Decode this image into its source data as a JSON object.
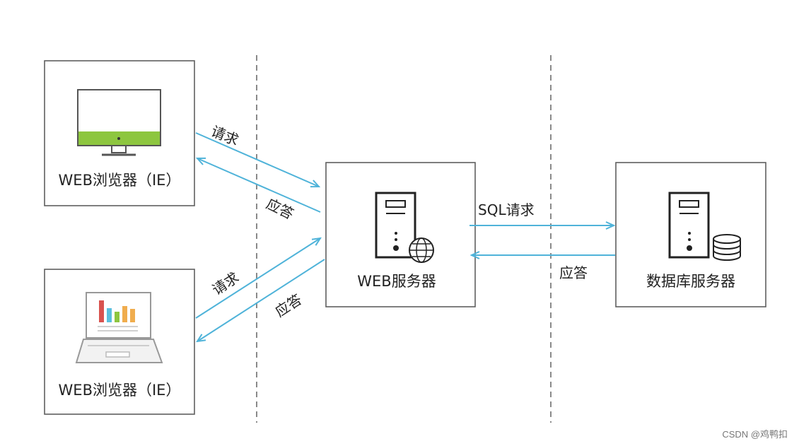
{
  "nodes": {
    "browser_desktop": {
      "label": "WEB浏览器（IE）",
      "icon": "desktop-monitor-icon"
    },
    "browser_laptop": {
      "label": "WEB浏览器（IE）",
      "icon": "laptop-chart-icon"
    },
    "web_server": {
      "label": "WEB服务器",
      "icon": "server-globe-icon"
    },
    "db_server": {
      "label": "数据库服务器",
      "icon": "server-database-icon"
    }
  },
  "edges": {
    "desktop_request": "请求",
    "desktop_response": "应答",
    "laptop_request": "请求",
    "laptop_response": "应答",
    "sql_request": "SQL请求",
    "db_response": "应答"
  },
  "colors": {
    "arrow": "#4fb3d9",
    "monitor_bar": "#8dc63f",
    "chart_red": "#d9534f",
    "chart_teal": "#5bc0de",
    "chart_green": "#8dc63f",
    "chart_orange": "#f0ad4e"
  },
  "watermark": "CSDN @鸡鸭扣"
}
